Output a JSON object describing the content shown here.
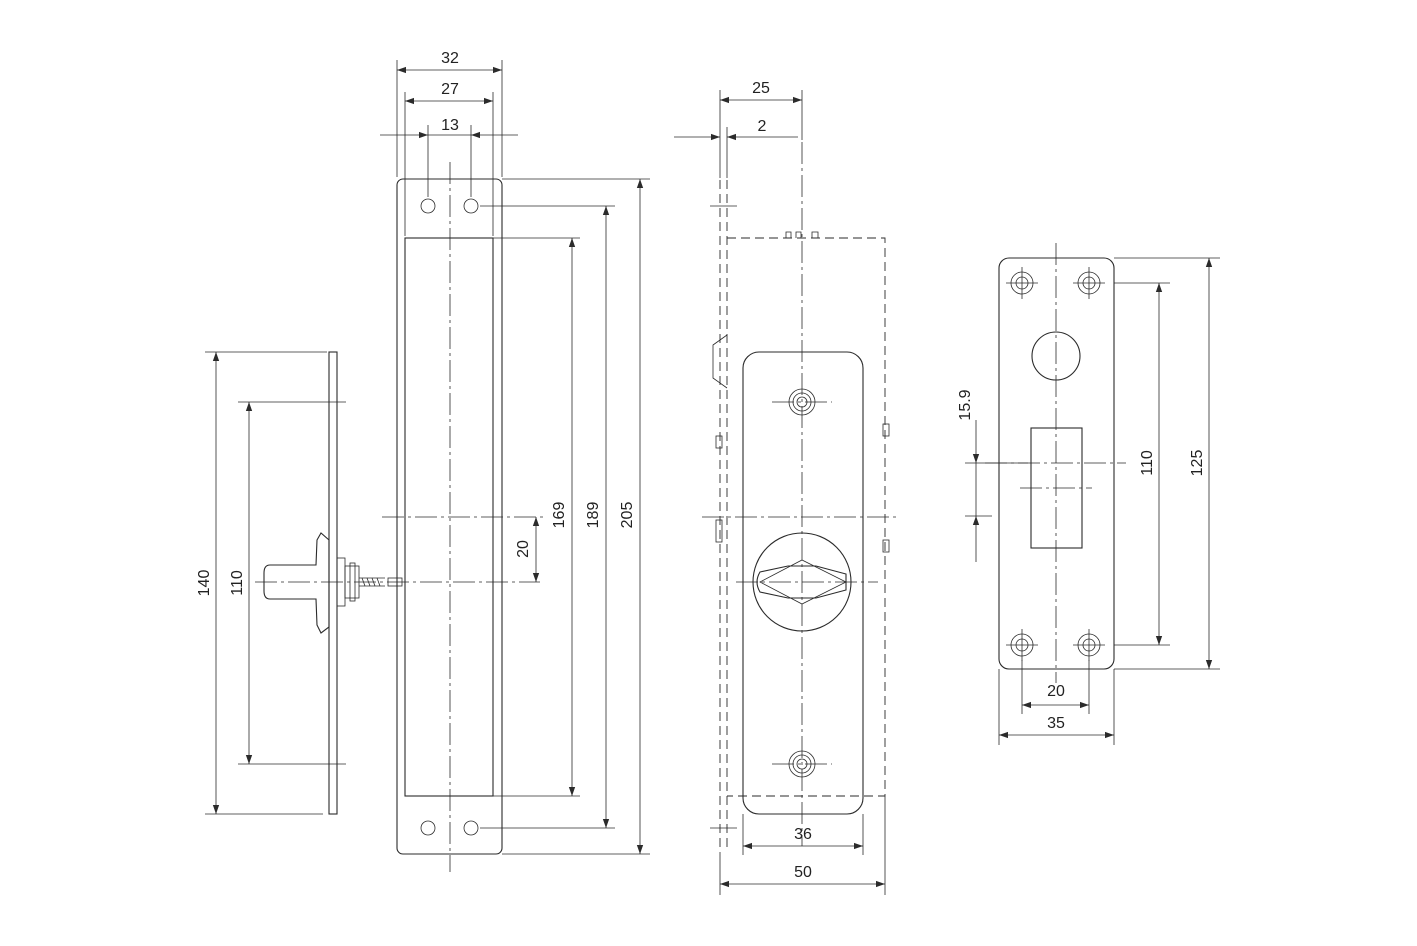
{
  "dimensions": {
    "front_width_outer": "32",
    "front_width_inner": "27",
    "front_hole_spacing": "13",
    "front_window_height": "169",
    "front_hole_pitch": "189",
    "front_total_height": "205",
    "front_knob_offset": "20",
    "side_plate_height": "140",
    "side_hole_spacing": "110",
    "case_depth": "25",
    "plate_thickness": "2",
    "escutcheon_width": "36",
    "case_width": "50",
    "strike_offset": "15.9",
    "strike_hole_spacing": "110",
    "strike_height": "125",
    "strike_hole_width": "20",
    "strike_width": "35"
  }
}
